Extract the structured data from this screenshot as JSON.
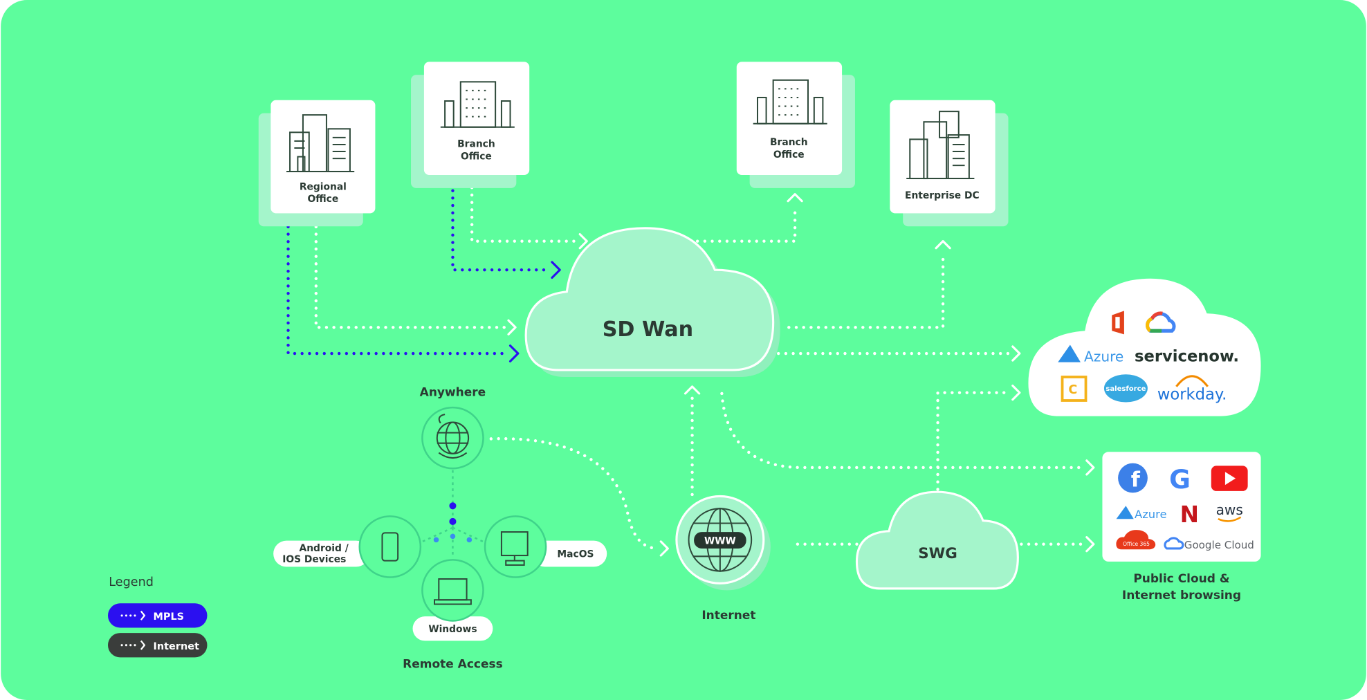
{
  "colors": {
    "background": "#5dfd9d",
    "mpls": "#2b10f0",
    "internet_line": "#ffffff",
    "cloud_fill": "#a4f5cb",
    "text": "#2b3a33",
    "legend_internet": "#3a3d3b"
  },
  "sites": {
    "regional_office": {
      "line1": "Regional",
      "line2": "Office",
      "icon": "building-icon"
    },
    "branch_office_left": {
      "line1": "Branch",
      "line2": "Office",
      "icon": "building-icon"
    },
    "branch_office_right": {
      "line1": "Branch",
      "line2": "Office",
      "icon": "building-icon"
    },
    "enterprise_dc": {
      "label": "Enterprise DC",
      "icon": "building-icon"
    }
  },
  "sd_wan": {
    "label": "SD Wan"
  },
  "saas_cloud": {
    "logos": [
      "microsoft-office-logo",
      "google-cloud-logo",
      "azure-logo",
      "servicenow-logo",
      "coupa-logo",
      "salesforce-logo",
      "workday-logo"
    ],
    "azure": "Azure",
    "servicenow": "servicenow.",
    "salesforce": "salesforce",
    "workday": "workday."
  },
  "public_cloud": {
    "line1": "Public Cloud &",
    "line2": "Internet browsing",
    "logos": [
      "facebook-logo",
      "google-logo",
      "youtube-logo",
      "azure-logo",
      "netflix-logo",
      "aws-logo",
      "office365-logo",
      "google-cloud-logo"
    ],
    "azure": "Azure",
    "netflix": "N",
    "aws": "aws",
    "office365": "Office 365",
    "google_cloud": "Google Cloud"
  },
  "internet": {
    "label": "Internet",
    "globe_text": "WWW"
  },
  "swg": {
    "label": "SWG"
  },
  "remote_access": {
    "title": "Remote Access",
    "anywhere": "Anywhere",
    "android_line1": "Android /",
    "android_line2": "IOS Devices",
    "macos": "MacOS",
    "windows": "Windows"
  },
  "legend": {
    "title": "Legend",
    "items": [
      {
        "label": "MPLS",
        "color": "#2b10f0"
      },
      {
        "label": "Internet",
        "color": "#3a3d3b"
      }
    ]
  }
}
